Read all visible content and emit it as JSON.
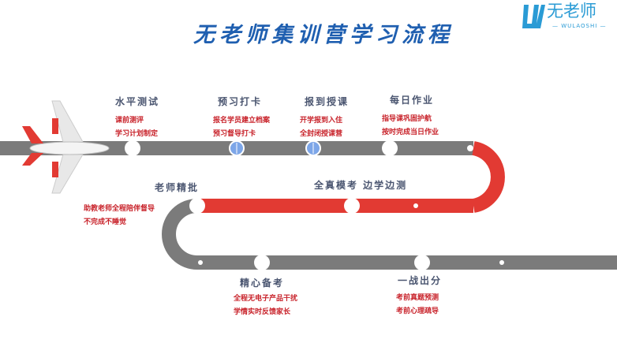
{
  "title": "无老师集训营学习流程",
  "logo": {
    "name": "无老师",
    "sub": "— WULAOSHI —"
  },
  "steps": [
    {
      "heading": "水平测试",
      "lines": [
        "课前测评",
        "学习计划制定"
      ]
    },
    {
      "heading": "预习打卡",
      "lines": [
        "报名学员建立档案",
        "预习督导打卡"
      ]
    },
    {
      "heading": "报到授课",
      "lines": [
        "开学报到入住",
        "全封闭授课营"
      ]
    },
    {
      "heading": "每日作业",
      "lines": [
        "指导课巩固护航",
        "按时完成当日作业"
      ]
    },
    {
      "heading": "老师精批",
      "lines": [
        "助教老师全程陪伴督导",
        "不完成不睡觉"
      ]
    },
    {
      "heading": "全真模考  边学边测",
      "lines": []
    },
    {
      "heading": "精心备考",
      "lines": [
        "全程无电子产品干扰",
        "学情实时反馈家长"
      ]
    },
    {
      "heading": "一战出分",
      "lines": [
        "考前真题预测",
        "考前心理疏导"
      ]
    }
  ],
  "colors": {
    "gray": "#7a7a7a",
    "red": "#e23a33",
    "blue": "#1f5fb0"
  }
}
